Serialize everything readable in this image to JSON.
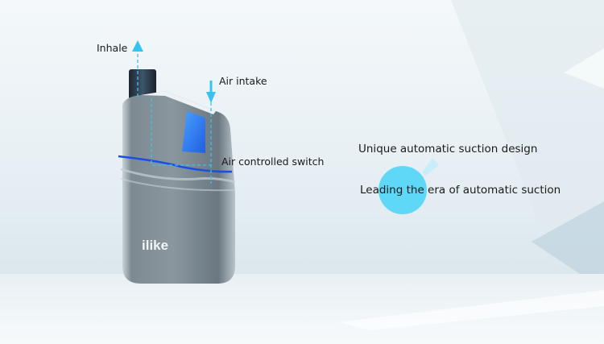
{
  "device": {
    "brand_logo": "ilike",
    "callouts": {
      "inhale": "Inhale",
      "air_intake": "Air intake",
      "air_controlled_switch": "Air controlled switch"
    }
  },
  "taglines": {
    "line1": "Unique automatic suction design",
    "line2": "Leading the era of automatic suction"
  },
  "colors": {
    "accent_blue": "#1e5bff",
    "arrow_cyan": "#35c4f0",
    "bubble": "#5fd8f8"
  }
}
